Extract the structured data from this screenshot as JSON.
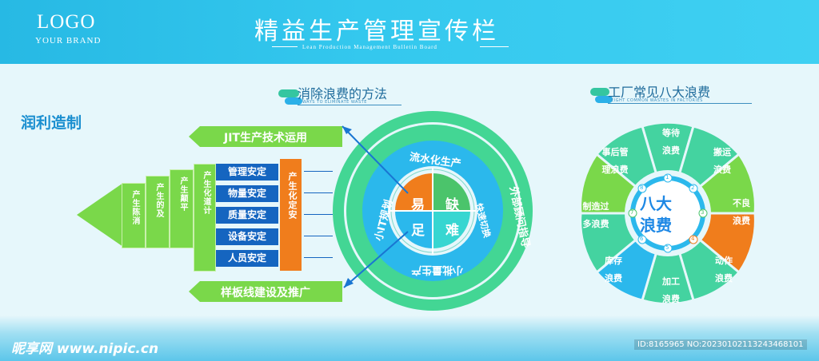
{
  "header": {
    "logo": "LOGO",
    "brand": "YOUR BRAND",
    "title": "精益生产管理宣传栏",
    "subtitle": "Lean Production Management Bulletin Board"
  },
  "left": {
    "label": "润利造制",
    "section_title": "消除浪费的方法",
    "section_sub": "WAYS TO ELIMINATE WASTE",
    "top_arrow": "JIT生产技术运用",
    "bottom_arrow": "样板线建设及推广",
    "columns": [
      "产生陈消",
      "产生的及",
      "产生颠平",
      "产生化道计"
    ],
    "safe_items": [
      "管理安定",
      "物量安定",
      "质量安定",
      "设备安定",
      "人员安定"
    ],
    "orange_label": "产生化定安"
  },
  "center": {
    "quadrants": [
      "易",
      "缺",
      "足",
      "难"
    ],
    "ring_inner": [
      "流水化生产",
      "小IT规划",
      "快速切换",
      "小批量生产"
    ],
    "ring_outer": "外部顾问指导"
  },
  "right": {
    "section_title": "工厂常见八大浪费",
    "section_sub": "EIGHT COMMON WASTES IN FACTORIES",
    "center_line1": "八大",
    "center_line2": "浪费",
    "wastes": [
      {
        "line1": "等待",
        "line2": "浪费",
        "num": "1"
      },
      {
        "line1": "搬运",
        "line2": "浪费",
        "num": "2"
      },
      {
        "line1": "不良",
        "line2": "浪费",
        "num": "3"
      },
      {
        "line1": "动作",
        "line2": "浪费",
        "num": "4"
      },
      {
        "line1": "加工",
        "line2": "浪费",
        "num": "5"
      },
      {
        "line1": "库存",
        "line2": "浪费",
        "num": "6"
      },
      {
        "line1": "制造过",
        "line2": "多浪费",
        "num": "7"
      },
      {
        "line1": "事后管",
        "line2": "理浪费",
        "num": "8"
      }
    ]
  },
  "footer": {
    "watermark": "昵享网 www.nipic.cn",
    "id": "ID:8165965 NO:20230102113243468101"
  },
  "colors": {
    "header": "#2bbde6",
    "green": "#7ad84a",
    "blue": "#1565c0",
    "orange": "#f07d1c",
    "teal": "#37c6b7"
  }
}
